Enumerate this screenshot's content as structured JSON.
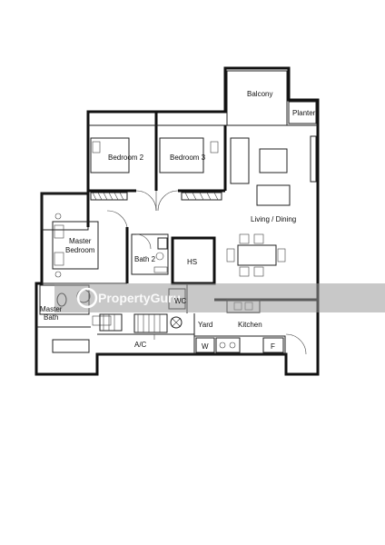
{
  "rooms": {
    "balcony": "Balcony",
    "planter": "Planter",
    "bedroom2": "Bedroom 2",
    "bedroom3": "Bedroom 3",
    "living": "Living / Dining",
    "master_bedroom_1": "Master",
    "master_bedroom_2": "Bedroom",
    "bath2": "Bath 2",
    "hs": "HS",
    "wc": "WC",
    "master_bath_1": "Master",
    "master_bath_2": "Bath",
    "yard": "Yard",
    "kitchen": "Kitchen",
    "ac": "A/C",
    "washer": "W",
    "fridge": "F"
  },
  "watermark": {
    "text": "PropertyGuru"
  },
  "colors": {
    "line": "#111111",
    "watermark_band": "#bfbfbf"
  }
}
